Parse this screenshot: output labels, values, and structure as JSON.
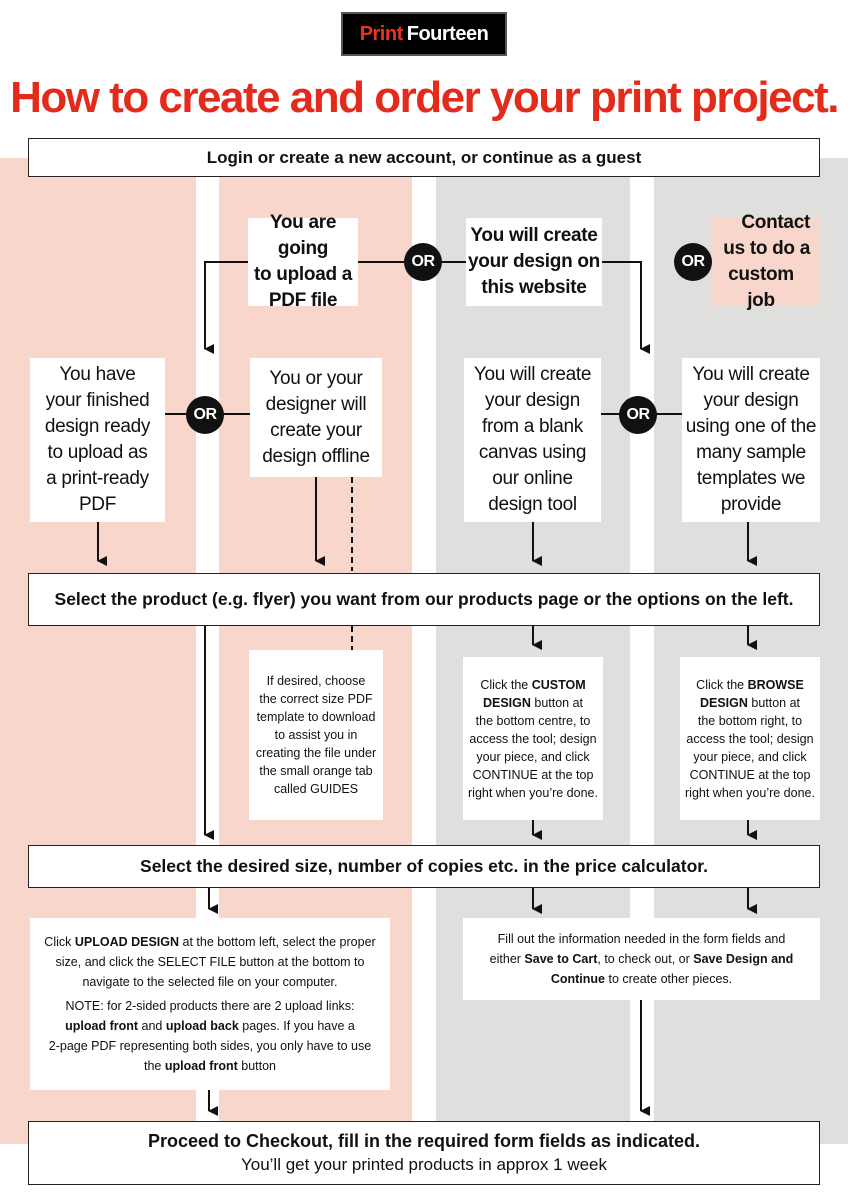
{
  "brand": {
    "part1": "Print",
    "part2": "Fourteen",
    "accent": "#e42a1b"
  },
  "title": "How to create and order your print project.",
  "colors": {
    "pink": "#f9d6cb",
    "grey": "#dfdfdd"
  },
  "or_label": "OR",
  "step_login": "Login or create a new account, or continue as a guest",
  "opt_upload": [
    "You are going",
    "to upload a",
    "PDF file"
  ],
  "opt_create": [
    "You will create",
    "your design on",
    "this website"
  ],
  "opt_contact": [
    "Contact",
    "us to do a",
    "custom job"
  ],
  "sub_finished": [
    "You have",
    "your finished",
    "design ready",
    "to upload as",
    "a print-ready",
    "PDF"
  ],
  "sub_offline": [
    "You or your",
    "designer will",
    "create your",
    "design offline"
  ],
  "sub_blank": [
    "You will create",
    "your design",
    "from a blank",
    "canvas using",
    "our online",
    "design tool"
  ],
  "sub_template": [
    "You will create",
    "your design",
    "using one of the",
    "many sample",
    "templates we",
    "provide"
  ],
  "step_product": "Select the product (e.g. flyer) you want from our products page or the options on the left.",
  "note_guides": [
    "If desired, choose",
    "the correct size PDF",
    "template to download",
    "to assist you in",
    "creating the file under",
    "the small orange tab",
    "called GUIDES"
  ],
  "note_custom": {
    "l1a": "Click the ",
    "l1b": "CUSTOM",
    "l2a": "DESIGN",
    "l2b": " button at",
    "l3": "the bottom centre, to",
    "l4": "access the tool; design",
    "l5": "your piece, and click",
    "l6": "CONTINUE at the top",
    "l7": "right when you’re done."
  },
  "note_browse": {
    "l1a": "Click the ",
    "l1b": "BROWSE",
    "l2a": "DESIGN",
    "l2b": " button at",
    "l3": "the bottom right, to",
    "l4": "access the tool; design",
    "l5": "your piece, and click",
    "l6": "CONTINUE at the top",
    "l7": "right when you’re done."
  },
  "step_size": "Select the desired size, number of copies etc. in the price calculator.",
  "upload_info": {
    "l1a": "Click ",
    "l1b": "UPLOAD DESIGN",
    "l1c": " at the bottom left, select the proper",
    "l2": "size, and click the SELECT FILE button at the bottom to",
    "l3": "navigate to the selected file on your computer.",
    "l4": "NOTE: for 2-sided products there are 2 upload links:",
    "l5a": "upload front",
    "l5b": " and ",
    "l5c": "upload back",
    "l5d": " pages. If you have a",
    "l6": "2-page PDF representing both sides, you only have to use",
    "l7a": "the ",
    "l7b": "upload front",
    "l7c": " button"
  },
  "fill_info": {
    "l1": "Fill out the information needed in the form fields and",
    "l2a": "either ",
    "l2b": "Save to Cart",
    "l2c": ", to check out, or ",
    "l2d": "Save Design and",
    "l3a": "Continue",
    "l3b": " to create other pieces."
  },
  "step_checkout": {
    "line1": "Proceed to Checkout, fill in the required form fields as indicated.",
    "line2": "You’ll get your printed products in approx 1 week"
  }
}
